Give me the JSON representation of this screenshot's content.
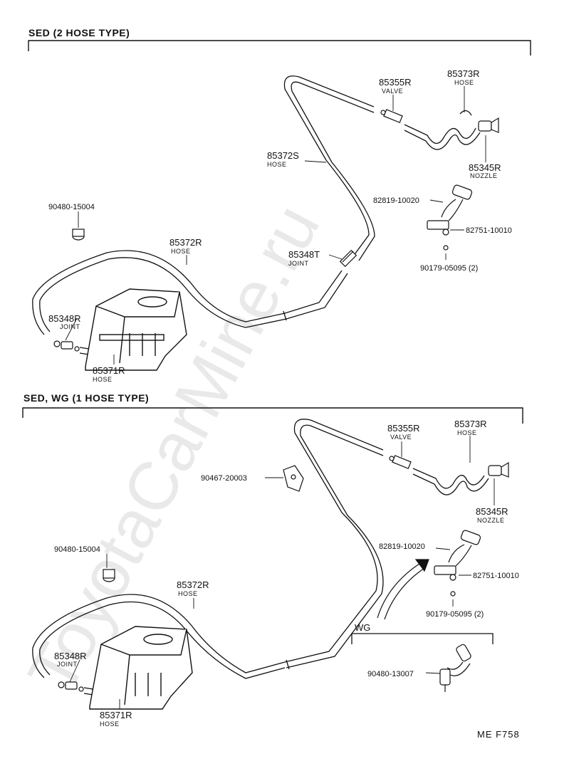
{
  "sections": [
    {
      "title": "SED (2 HOSE TYPE)",
      "callouts": [
        {
          "part": "85355R",
          "desc": "VALVE"
        },
        {
          "part": "85373R",
          "desc": "HOSE"
        },
        {
          "part": "85372S",
          "desc": "HOSE"
        },
        {
          "part": "85345R",
          "desc": "NOZZLE"
        },
        {
          "part": "82819-10020",
          "desc": ""
        },
        {
          "part": "82751-10010",
          "desc": ""
        },
        {
          "part": "90480-15004",
          "desc": ""
        },
        {
          "part": "85372R",
          "desc": "HOSE"
        },
        {
          "part": "85348T",
          "desc": "JOINT"
        },
        {
          "part": "90179-05095 (2)",
          "desc": ""
        },
        {
          "part": "85348R",
          "desc": "JOINT"
        },
        {
          "part": "85371R",
          "desc": "HOSE"
        }
      ]
    },
    {
      "title": "SED, WG (1 HOSE TYPE)",
      "callouts": [
        {
          "part": "85355R",
          "desc": "VALVE"
        },
        {
          "part": "85373R",
          "desc": "HOSE"
        },
        {
          "part": "90467-20003",
          "desc": ""
        },
        {
          "part": "85345R",
          "desc": "NOZZLE"
        },
        {
          "part": "90480-15004",
          "desc": ""
        },
        {
          "part": "82819-10020",
          "desc": ""
        },
        {
          "part": "82751-10010",
          "desc": ""
        },
        {
          "part": "85372R",
          "desc": "HOSE"
        },
        {
          "part": "90179-05095 (2)",
          "desc": ""
        },
        {
          "part": "85348R",
          "desc": "JOINT"
        },
        {
          "part": "85371R",
          "desc": "HOSE"
        }
      ]
    }
  ],
  "wg_box": {
    "title": "WG",
    "part": "90480-13007"
  },
  "figure_code": "ME  F758",
  "watermark": "ToyotaCarMine.ru",
  "colors": {
    "ink": "#111111",
    "paper": "#ffffff",
    "watermark": "#cfcfcf"
  }
}
